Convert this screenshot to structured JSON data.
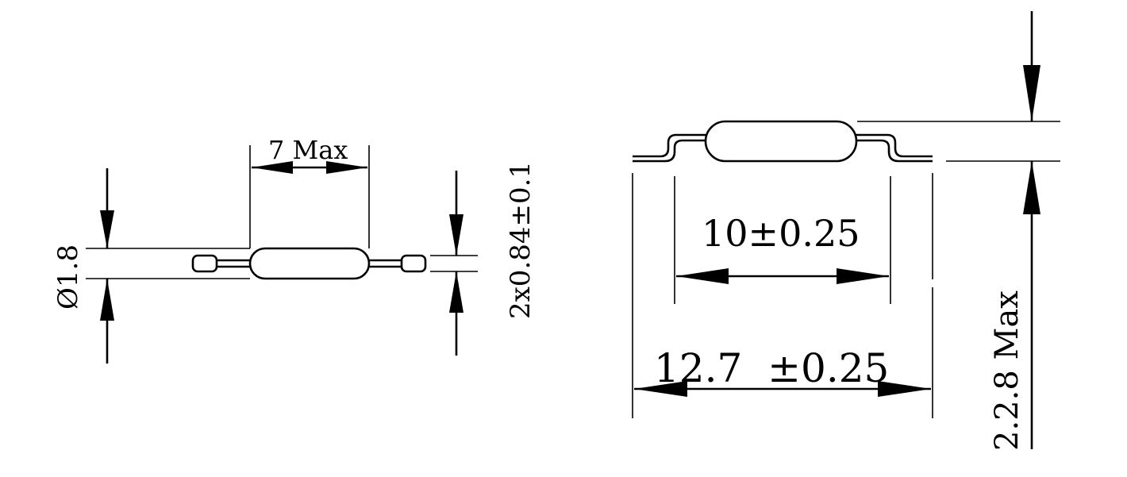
{
  "left_view": {
    "length_label": "7 Max",
    "diameter_label": "Ø1.8",
    "lead_label": "2x0.84±0.1"
  },
  "right_view": {
    "pitch_label": "10±0.25",
    "overall_label": "12.7  ±0.25",
    "height_label": "2.2.8 Max"
  }
}
